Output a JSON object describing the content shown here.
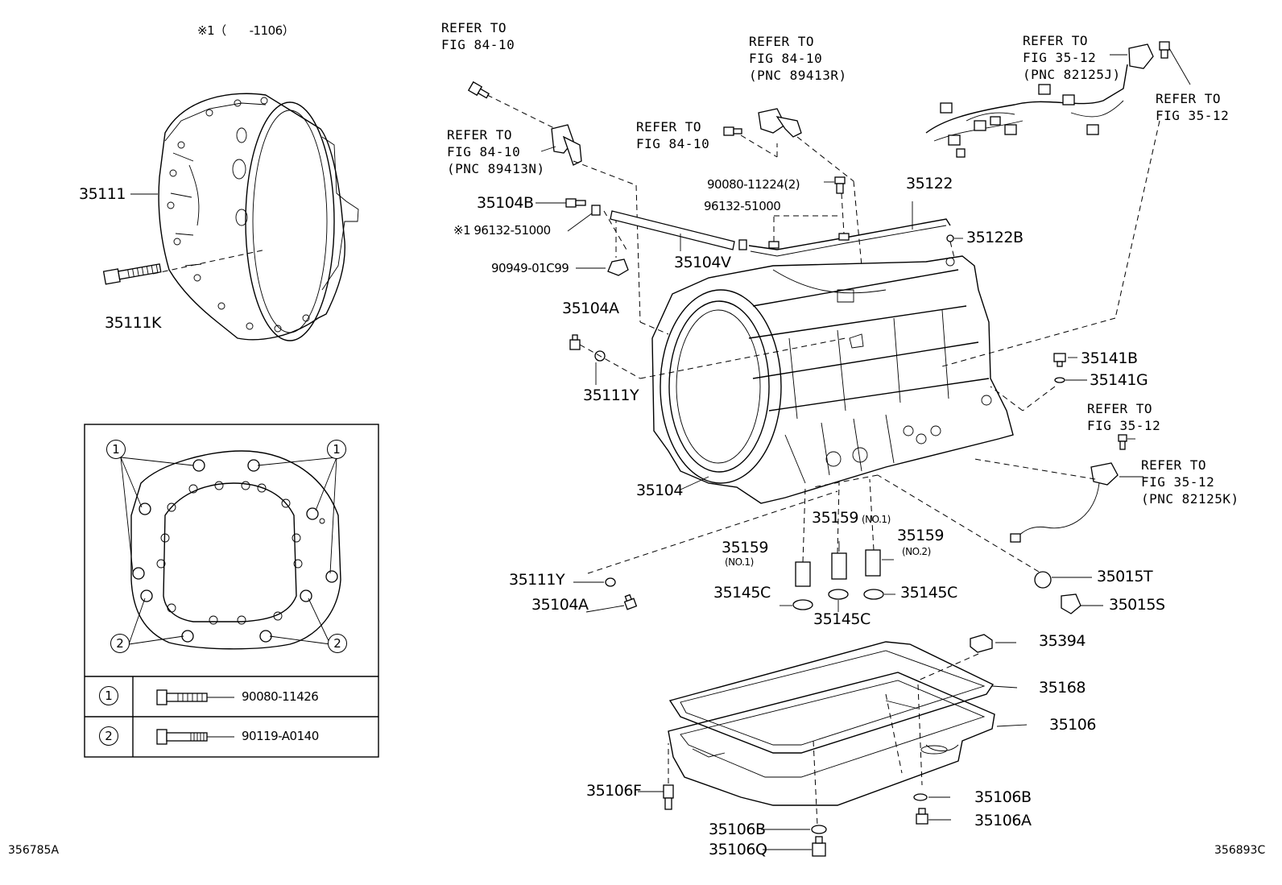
{
  "note": "※1（　　-1106）",
  "diagram_codes": {
    "left": "356785A",
    "right": "356893C"
  },
  "refers": {
    "r1": "REFER TO\nFIG 84-10",
    "r2": "REFER TO\nFIG 84-10\n(PNC 89413N)",
    "r3": "REFER TO\nFIG 84-10",
    "r4": "REFER TO\nFIG 84-10\n(PNC 89413R)",
    "r5": "REFER TO\nFIG 35-12\n(PNC 82125J)",
    "r6": "REFER TO\nFIG 35-12",
    "r7": "REFER TO\nFIG 35-12",
    "r8": "REFER TO\nFIG 35-12\n(PNC 82125K)"
  },
  "parts": {
    "p35111": "35111",
    "p35111K": "35111K",
    "p35104B": "35104B",
    "p96132_note": "※1 96132-51000",
    "p90949": "90949-01C99",
    "p35104V": "35104V",
    "p90080_11224": "90080-11224(2)",
    "p96132": "96132-51000",
    "p35122": "35122",
    "p35122B": "35122B",
    "p35104A_top": "35104A",
    "p35111Y_top": "35111Y",
    "p35141B": "35141B",
    "p35141G": "35141G",
    "p35104": "35104",
    "p35159_a": "35159",
    "p35159_a_sub": "(NO.1)",
    "p35159_b": "35159",
    "p35159_b_sub": "(NO.1)",
    "p35159_c": "35159",
    "p35159_c_sub": "(NO.2)",
    "p35145C_a": "35145C",
    "p35145C_b": "35145C",
    "p35145C_c": "35145C",
    "p35111Y_bot": "35111Y",
    "p35104A_bot": "35104A",
    "p35015T": "35015T",
    "p35015S": "35015S",
    "p35394": "35394",
    "p35168": "35168",
    "p35106": "35106",
    "p35106F": "35106F",
    "p35106B_a": "35106B",
    "p35106A": "35106A",
    "p35106B_b": "35106B",
    "p35106Q": "35106Q"
  },
  "legend": {
    "markers": {
      "one": "1",
      "two": "2"
    },
    "rows": [
      {
        "marker": "1",
        "part": "90080-11426"
      },
      {
        "marker": "2",
        "part": "90119-A0140"
      }
    ]
  }
}
